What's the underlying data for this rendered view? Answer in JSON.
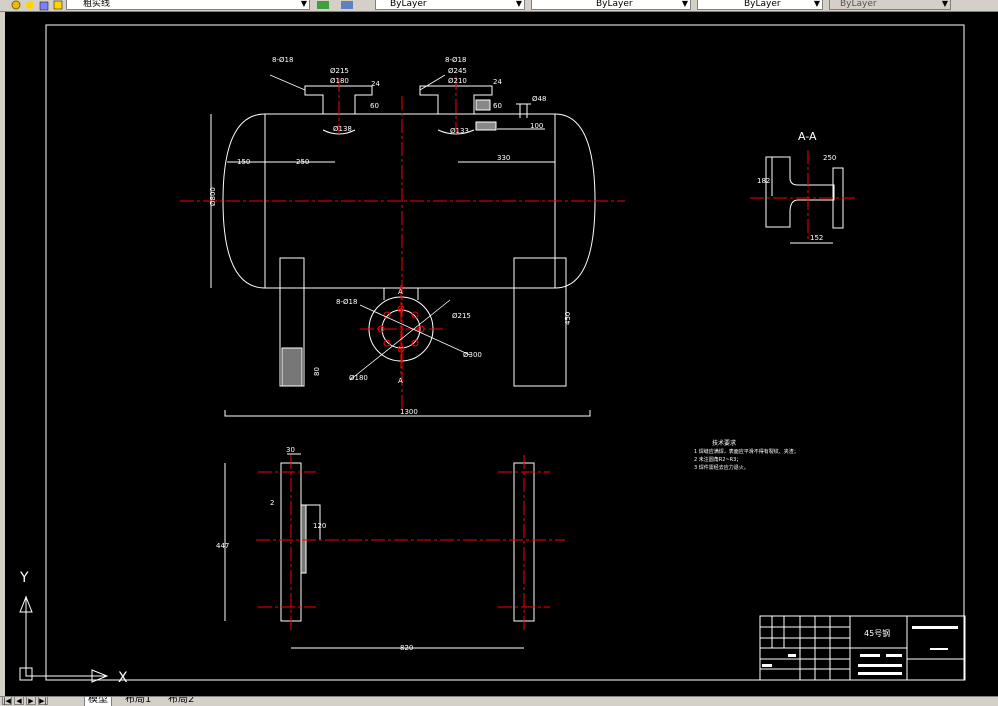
{
  "toolbar": {
    "layer_name": "粗实线",
    "color": "ByLayer",
    "linetype": "ByLayer",
    "lineweight": "ByLayer",
    "plotstyle": "ByLayer"
  },
  "drawing": {
    "dims_top": {
      "d215": "Ø215",
      "d180": "Ø180",
      "h24": "24",
      "h60a": "60",
      "d138": "Ø138",
      "holes_a": "8-Ø18",
      "holes_b": "8-Ø18",
      "d245": "Ø245",
      "d210": "Ø210",
      "h24b": "24",
      "h60b": "60",
      "d133": "Ø133",
      "d48": "Ø48",
      "w100": "100"
    },
    "dims_main": {
      "w150": "150",
      "w250": "250",
      "w330": "330",
      "h800": "Ø800",
      "h450": "450",
      "w1300": "1300",
      "h80": "80"
    },
    "flange": {
      "holes": "8-Ø18",
      "d215": "Ø215",
      "d300": "Ø300",
      "d180": "Ø180",
      "markA": "A"
    },
    "section": {
      "title": "A-A",
      "r250": "250",
      "h182": "182",
      "w152": "152"
    },
    "bottom": {
      "w30": "30",
      "h447": "447",
      "mark2": "2",
      "h120": "120",
      "w820": "820"
    },
    "notes": {
      "title": "技术要求",
      "line1": "1 焊缝应满焊，表面应平滑不得有裂纹、夹渣；",
      "line2": "2 未注圆角R2~R3；",
      "line3": "3 焊件需经去应力退火。"
    },
    "title_block": {
      "material": "45号钢"
    },
    "ucs": {
      "x": "X",
      "y": "Y"
    }
  },
  "tabs": [
    "模型",
    "布局1",
    "布局2"
  ],
  "colors": {
    "line": "#ffffff",
    "center": "#ff0000",
    "hidden": "#ffff00",
    "bg": "#000000"
  }
}
